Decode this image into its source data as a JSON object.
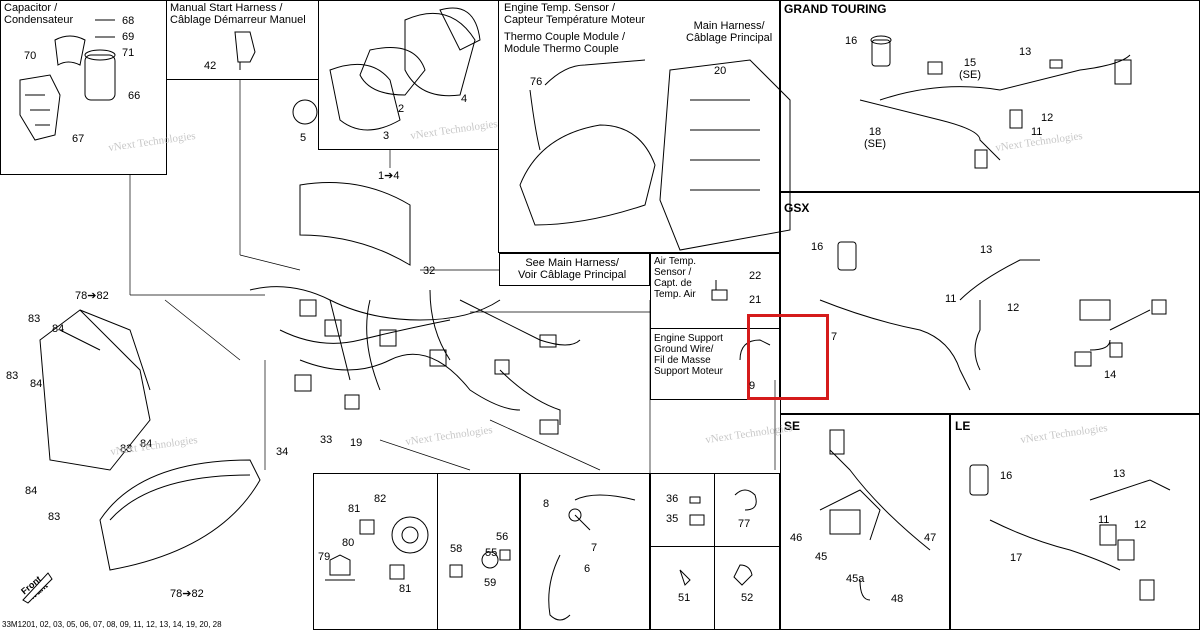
{
  "sections": {
    "capacitor": "Capacitor /\nCondensateur",
    "manual_start": "Manual Start Harness /\nCâblage Démarreur Manuel",
    "engine_temp": "Engine Temp. Sensor /\nCapteur Température Moteur",
    "thermo_couple": "Thermo Couple Module /\nModule Thermo Couple",
    "main_harness": "Main Harness/\nCâblage Principal",
    "see_main": "See Main Harness/\nVoir Câblage Principal",
    "air_temp": "Air Temp.\nSensor /\nCapt. de\nTemp. Air",
    "engine_support": "Engine Support\nGround Wire/\nFil de Masse\nSupport Moteur",
    "grand_touring": "GRAND TOURING",
    "gsx": "GSX",
    "se": "SE",
    "le": "LE"
  },
  "callouts": [
    "68",
    "69",
    "70",
    "71",
    "66",
    "67",
    "42",
    "2",
    "3",
    "4",
    "5",
    "1➔4",
    "76",
    "20",
    "32",
    "22",
    "21",
    "9",
    "78➔82",
    "83",
    "84",
    "83",
    "84",
    "83",
    "84",
    "84",
    "83",
    "78➔82",
    "34",
    "33",
    "19",
    "81",
    "82",
    "80",
    "79",
    "81",
    "58",
    "56",
    "59",
    "55",
    "8",
    "7",
    "6",
    "36",
    "35",
    "77",
    "51",
    "52",
    "16",
    "15\n(SE)",
    "13",
    "12",
    "18\n(SE)",
    "11",
    "16",
    "13",
    "11",
    "12",
    "7",
    "14",
    "46",
    "45",
    "47",
    "45a",
    "48",
    "16",
    "13",
    "11",
    "12",
    "17"
  ],
  "watermark": "vNext Technologies",
  "front_label": "Front\nAvant",
  "figure_code": "33M1201, 02, 03, 05, 06, 07, 08, 09, 11, 12, 13, 14, 19, 20, 28",
  "highlight_color": "#d51b1b"
}
